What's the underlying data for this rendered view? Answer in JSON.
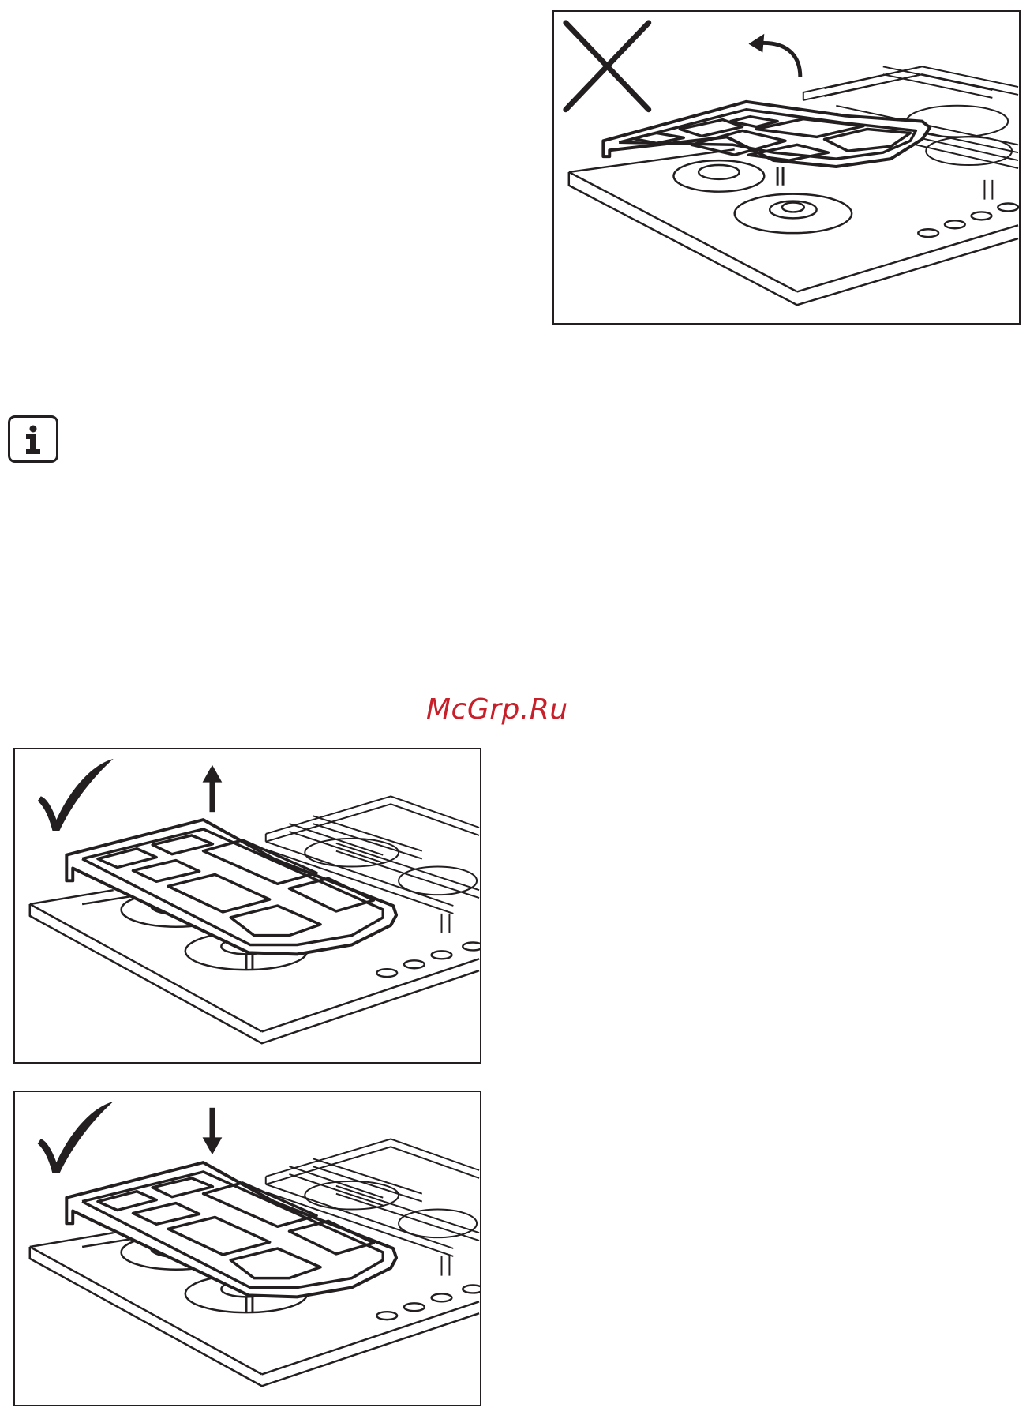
{
  "watermark": {
    "text": "McGrp.Ru",
    "color": "#c8202a"
  },
  "icons": {
    "info": "info-icon",
    "wrong": "cross-mark-icon",
    "correct": "check-mark-icon",
    "tilt_arrow": "curved-arrow-icon",
    "lift_arrow": "arrow-up-icon",
    "place_arrow": "arrow-down-icon"
  },
  "figures": [
    {
      "id": "fig-wrong",
      "verdict": "wrong",
      "action": "tilt"
    },
    {
      "id": "fig-lift",
      "verdict": "correct",
      "action": "lift"
    },
    {
      "id": "fig-place",
      "verdict": "correct",
      "action": "place"
    }
  ],
  "colors": {
    "line": "#231f20",
    "background": "#ffffff"
  }
}
